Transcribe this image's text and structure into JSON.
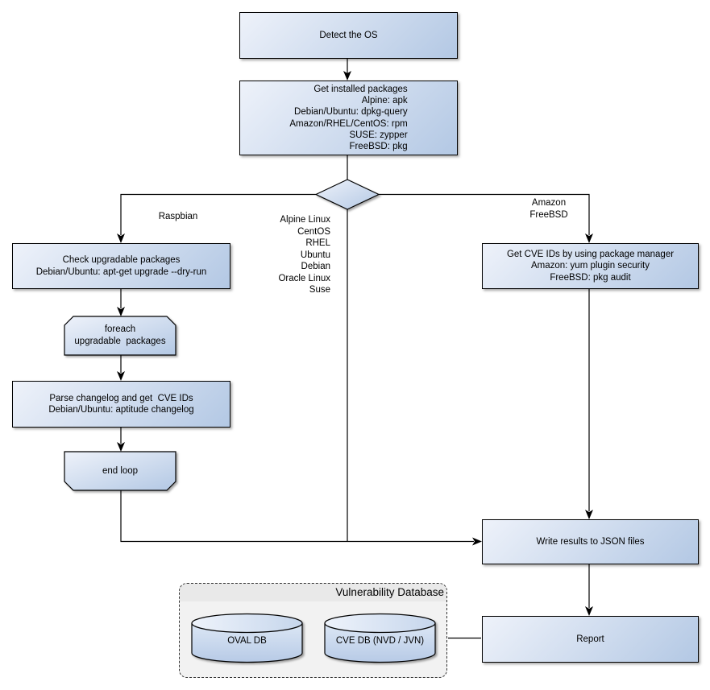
{
  "colors": {
    "shape_fill_light": "#eef2fa",
    "shape_fill_dark": "#b3c8e4",
    "cylinder_top_light": "#eef3fb",
    "cylinder_top_dark": "#c6d6ec",
    "cylinder_body_light": "#dce7f5",
    "cylinder_body_dark": "#b7cae6",
    "container_bg": "#f2f2f2",
    "container_titleband_bg": "#e9e9e9",
    "line_color": "#000000"
  },
  "nodes": {
    "detect_os": "Detect the OS",
    "get_installed_packages": [
      "Get installed packages",
      "Alpine: apk",
      "Debian/Ubuntu: dpkg-query",
      "Amazon/RHEL/CentOS: rpm",
      "SUSE: zypper",
      "FreeBSD: pkg"
    ],
    "check_upgradable": [
      "Check upgradable packages",
      "Debian/Ubuntu: apt-get upgrade --dry-run"
    ],
    "foreach_loop": [
      "foreach",
      "upgradable  packages"
    ],
    "parse_changelog": [
      "Parse changelog and get  CVE IDs",
      "Debian/Ubuntu: aptitude changelog"
    ],
    "end_loop": "end loop",
    "get_cve_ids": [
      "Get CVE IDs by using package manager",
      "Amazon: yum plugin security",
      "FreeBSD: pkg audit"
    ],
    "write_results": "Write results to JSON files",
    "report": "Report"
  },
  "edge_labels": {
    "left_branch": "Raspbian",
    "middle_branch": [
      "Alpine Linux",
      "CentOS",
      "RHEL",
      "Ubuntu",
      "Debian",
      "Oracle Linux",
      "Suse"
    ],
    "right_branch": [
      "Amazon",
      "FreeBSD"
    ]
  },
  "vulnerability_database": {
    "title": "Vulnerability Database",
    "oval_db": "OVAL DB",
    "cve_db": "CVE DB (NVD / JVN)"
  }
}
